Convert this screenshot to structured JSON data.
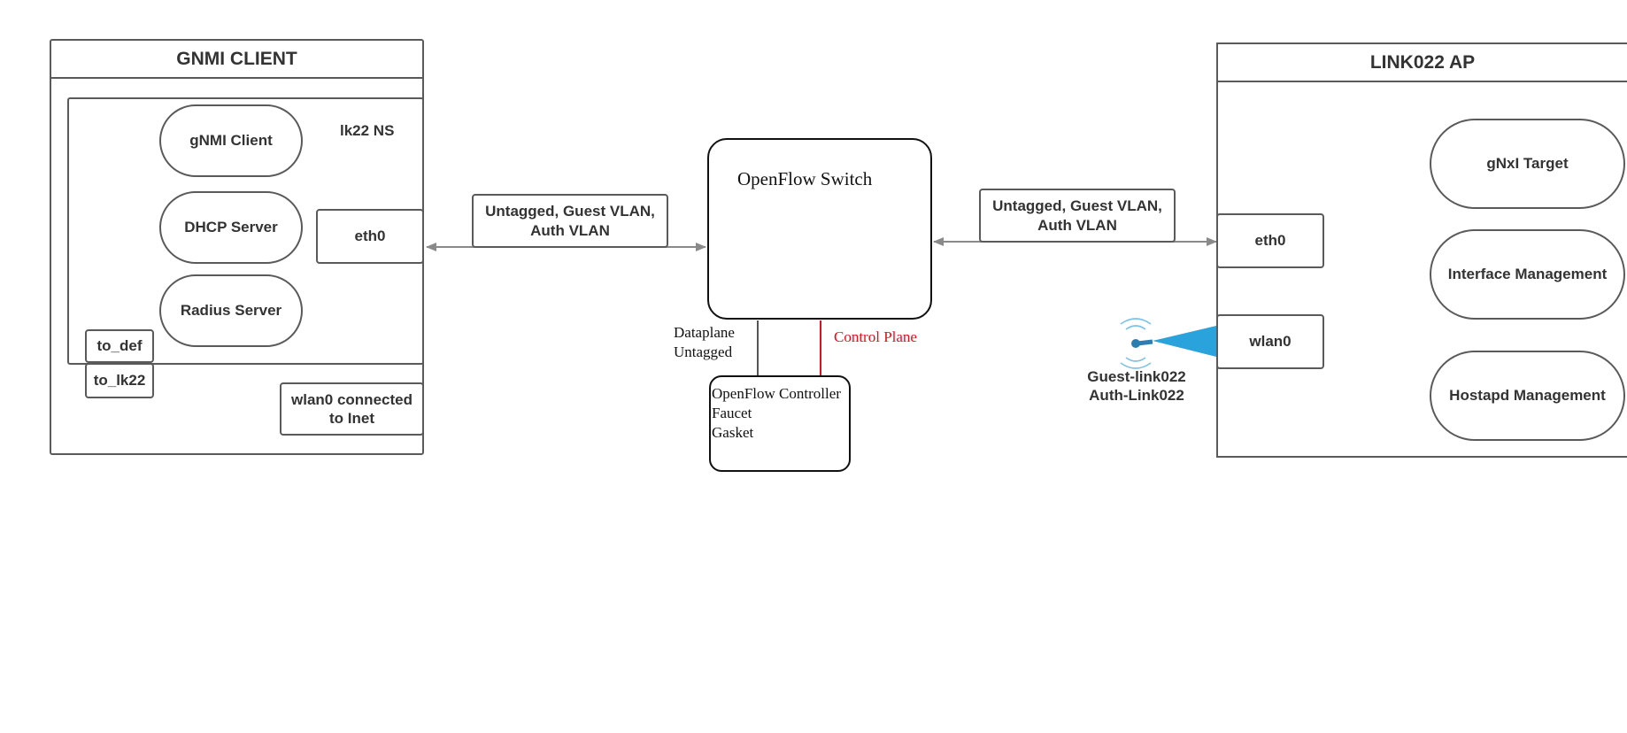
{
  "gnmi_client_box": {
    "title": "GNMI CLIENT",
    "namespace_label": "lk22 NS",
    "nodes": {
      "gnmi_client": "gNMI Client",
      "dhcp_server": "DHCP Server",
      "radius_server": "Radius Server"
    },
    "eth0": "eth0",
    "to_def": "to_def",
    "to_lk22": "to_lk22",
    "wlan0_note": "wlan0 connected to Inet"
  },
  "left_link_label": "Untagged, Guest VLAN, Auth VLAN",
  "openflow_switch": "OpenFlow Switch",
  "right_link_label": "Untagged, Guest VLAN, Auth VLAN",
  "dataplane_label": {
    "line1": "Dataplane",
    "line2": "Untagged"
  },
  "control_plane_label": "Control Plane",
  "controller": {
    "line1": "OpenFlow Controller",
    "line2": "Faucet",
    "line3": "Gasket"
  },
  "link022_ap_box": {
    "title": "LINK022 AP",
    "eth0": "eth0",
    "wlan0": "wlan0",
    "nodes": {
      "gnxi_target": "gNxI Target",
      "interface_management": "Interface Management",
      "hostapd_management": "Hostapd Management"
    }
  },
  "wireless": {
    "line1": "Guest-link022",
    "line2": "Auth-Link022"
  },
  "colors": {
    "control_plane": "#e0101a",
    "wifi_beam": "#2aa3dc",
    "arrow": "#8a8a8a",
    "border": "#5a5a5a"
  }
}
